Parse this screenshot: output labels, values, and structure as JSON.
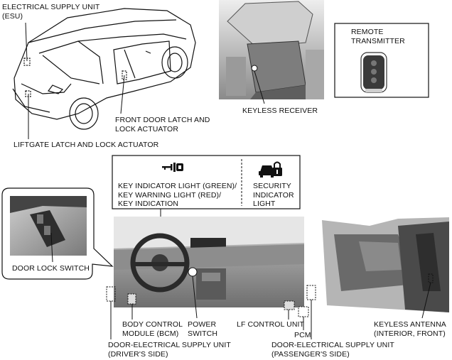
{
  "labels": {
    "esu": "ELECTRICAL SUPPLY UNIT\n(ESU)",
    "remote_transmitter": "REMOTE\nTRANSMITTER",
    "keyless_receiver": "KEYLESS RECEIVER",
    "front_door_latch": "FRONT DOOR LATCH AND\nLOCK ACTUATOR",
    "liftgate_latch": "LIFTGATE LATCH AND LOCK ACTUATOR",
    "key_indicator": "KEY INDICATOR LIGHT (GREEN)/\nKEY WARNING LIGHT (RED)/\nKEY INDICATION",
    "security_indicator": "SECURITY\nINDICATOR\nLIGHT",
    "door_lock_switch": "DOOR LOCK SWITCH",
    "bcm": "BODY CONTROL\nMODULE (BCM)",
    "power_switch": "POWER\nSWITCH",
    "lf_control_unit": "LF CONTROL UNIT",
    "pcm": "PCM",
    "keyless_antenna": "KEYLESS ANTENNA\n(INTERIOR, FRONT)",
    "door_esu_driver": "DOOR-ELECTRICAL SUPPLY UNIT\n(DRIVER'S SIDE)",
    "door_esu_passenger": "DOOR-ELECTRICAL SUPPLY UNIT\n(PASSENGER'S SIDE)"
  },
  "icons": {
    "key_indicator": "key-icon",
    "security_indicator": "car-lock-icon"
  }
}
